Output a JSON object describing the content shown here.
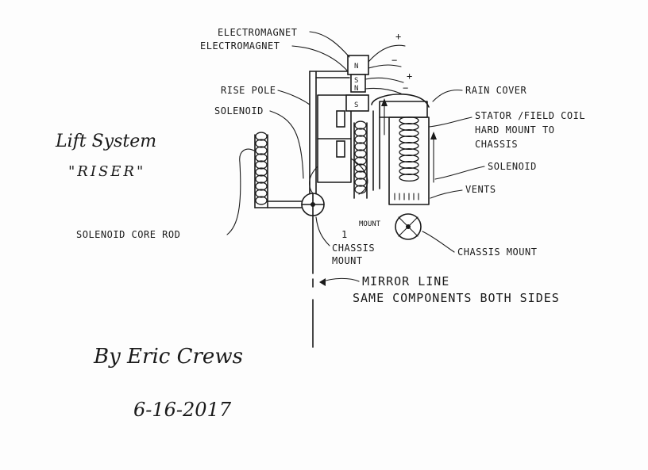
{
  "title": "Lift System",
  "subtitle": "\"RISER\"",
  "labels": {
    "electromagnet_1": "ELECTROMAGNET",
    "electromagnet_2": "ELECTROMAGNET",
    "rise_pole": "RISE POLE",
    "solenoid_left": "SOLENOID",
    "rain_cover": "RAIN COVER",
    "stator_1": "STATOR /FIELD COIL",
    "stator_2": "HARD MOUNT TO",
    "stator_3": "CHASSIS",
    "solenoid_right": "SOLENOID",
    "vents": "VENTS",
    "core_rod": "SOLENOID CORE ROD",
    "mount_small": "MOUNT",
    "chassis_mount_1": "CHASSIS",
    "chassis_mount_2": "MOUNT",
    "chassis_mount_right": "CHASSIS MOUNT",
    "mirror_1": "MIRROR LINE",
    "mirror_2": "SAME COMPONENTS BOTH SIDES"
  },
  "poles": {
    "n_top": "N",
    "s_small": "S",
    "n_small": "N",
    "s_mid": "S"
  },
  "polarity": {
    "plus_1": "+",
    "minus_1": "−",
    "plus_2": "+",
    "minus_2": "−"
  },
  "number_one": "1",
  "signature": "By Eric Crews",
  "date": "6-16-2017"
}
